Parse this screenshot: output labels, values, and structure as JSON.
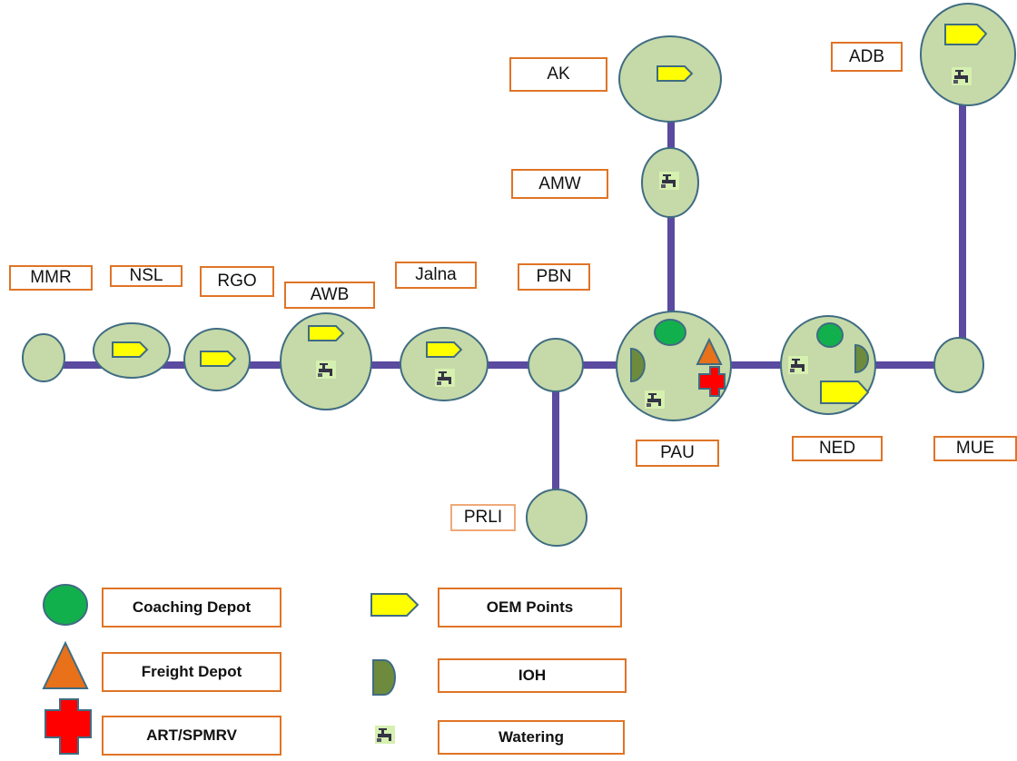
{
  "stations": {
    "mmr": "MMR",
    "nsl": "NSL",
    "rgo": "RGO",
    "awb": "AWB",
    "jalna": "Jalna",
    "pbn": "PBN",
    "prli": "PRLI",
    "pau": "PAU",
    "amw": "AMW",
    "ak": "AK",
    "ned": "NED",
    "mue": "MUE",
    "adb": "ADB"
  },
  "legend": {
    "coaching_depot": "Coaching Depot",
    "freight_depot": "Freight  Depot",
    "art_spmrv": "ART/SPMRV",
    "oem_points": "OEM Points",
    "ioh": "IOH",
    "watering": "Watering"
  },
  "colors": {
    "track": "#5a4aa0",
    "node_fill": "#c6d9a8",
    "node_stroke": "#3f6c82",
    "label_border": "#e07426",
    "coaching_depot": "#12b04c",
    "freight_depot": "#e8711a",
    "art_spmrv": "#ff0000",
    "oem_points": "#ffff00",
    "ioh": "#6e8b3d"
  },
  "icons": {
    "coaching_depot": "green-circle-icon",
    "freight_depot": "orange-triangle-icon",
    "art_spmrv": "red-cross-icon",
    "oem_points": "yellow-pentagon-arrow-icon",
    "ioh": "d-shape-icon",
    "watering": "water-tap-icon"
  }
}
